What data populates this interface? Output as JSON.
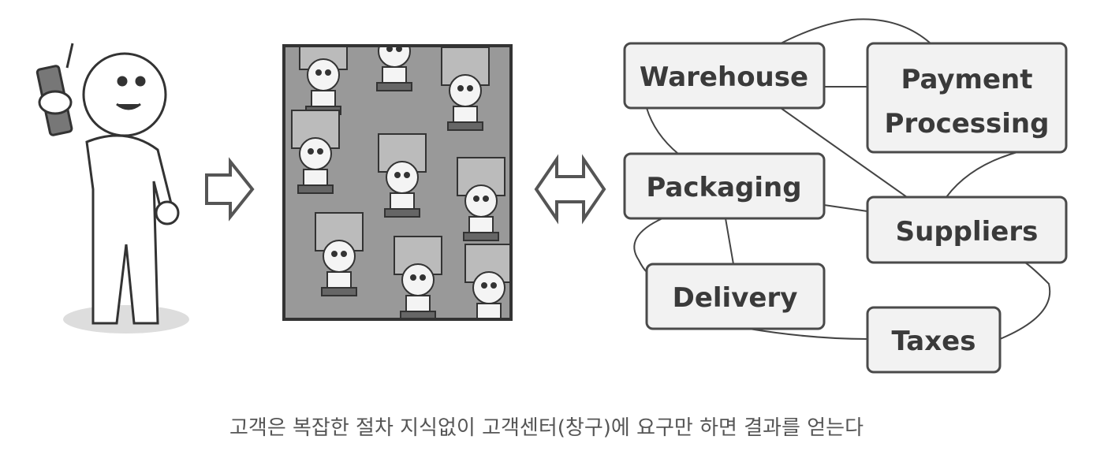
{
  "diagram": {
    "customer": {
      "label": "customer-with-phone"
    },
    "call_center": {
      "label": "call-center-operators"
    },
    "services": [
      {
        "name": "Warehouse"
      },
      {
        "name": "Payment",
        "name2": "Processing"
      },
      {
        "name": "Packaging"
      },
      {
        "name": "Suppliers"
      },
      {
        "name": "Delivery"
      },
      {
        "name": "Taxes"
      }
    ]
  },
  "caption": "고객은 복잡한 절차 지식없이 고객센터(창구)에 요구만 하면 결과를 얻는다"
}
